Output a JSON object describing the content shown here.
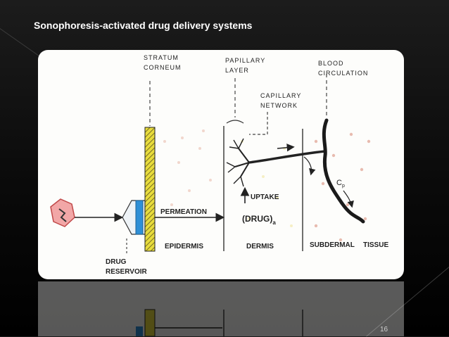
{
  "slide": {
    "title": "Sonophoresis-activated drug delivery systems",
    "page_number": "16"
  },
  "diagram": {
    "labels": {
      "stratum_1": "STRATUM",
      "stratum_2": "CORNEUM",
      "papillary_1": "PAPILLARY",
      "papillary_2": "LAYER",
      "capillary_1": "CAPILLARY",
      "capillary_2": "NETWORK",
      "blood_1": "BLOOD",
      "blood_2": "CIRCULATION",
      "permeation": "PERMEATION",
      "drug": "(DRUG)",
      "drug_sub": "a",
      "uptake": "UPTAKE",
      "cp": "C",
      "cp_sub": "p",
      "epidermis": "EPIDERMIS",
      "dermis": "DERMIS",
      "subdermal": "SUBDERMAL",
      "tissue": "TISSUE",
      "reservoir_1": "DRUG",
      "reservoir_2": "RESERVOIR"
    },
    "colors": {
      "stratum_yellow": "#e8dc3c",
      "reservoir_blue": "#2e8fd6",
      "hexagon_pink": "#f2a7a7",
      "hexagon_border": "#c04848",
      "speckle_tissue": "#e8b8a8",
      "speckle_dermis": "#f0e6a0"
    }
  }
}
